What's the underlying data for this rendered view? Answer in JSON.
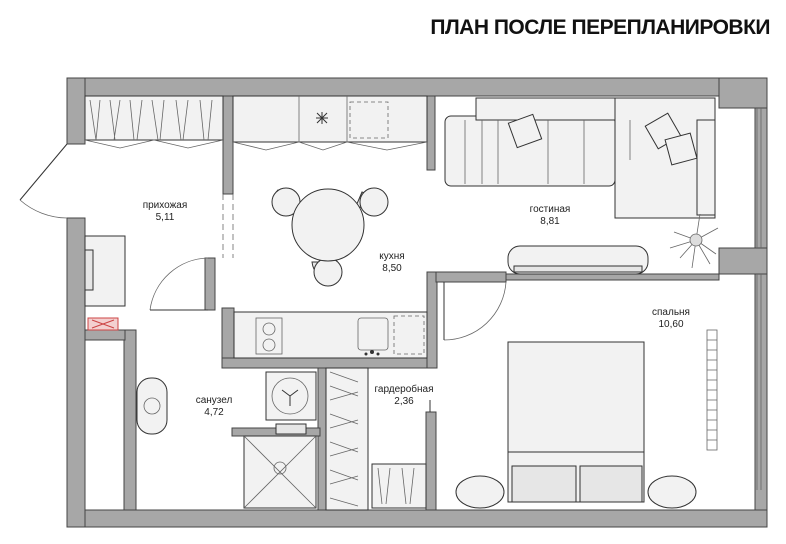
{
  "title": "ПЛАН ПОСЛЕ ПЕРЕПЛАНИРОВКИ",
  "rooms": [
    {
      "name": "прихожая",
      "area": "5,11"
    },
    {
      "name": "кухня",
      "area": "8,50"
    },
    {
      "name": "гостиная",
      "area": "8,81"
    },
    {
      "name": "спальня",
      "area": "10,60"
    },
    {
      "name": "санузел",
      "area": "4,72"
    },
    {
      "name": "гардеробная",
      "area": "2,36"
    }
  ],
  "colors": {
    "wall": "#a7a7a7",
    "furniture": "#f2f2f2"
  }
}
